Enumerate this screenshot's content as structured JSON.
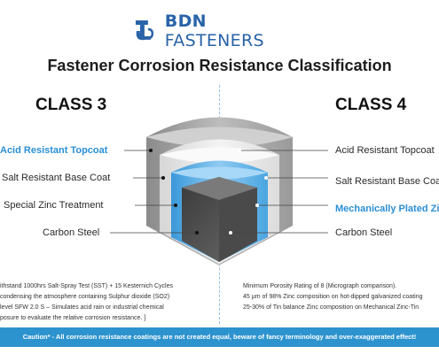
{
  "brand": {
    "name_bold": "BDN",
    "name_rest": " FASTENERS",
    "color": "#2a63a8"
  },
  "title": "Fastener Corrosion Resistance Classification",
  "classes": {
    "left": {
      "name": "CLASS 3",
      "layers": [
        "Acid Resistant Topcoat",
        "Salt Resistant Base Coat",
        "Special Zinc Treatment",
        "Carbon Steel"
      ],
      "notes": [
        "ithstand 1000hrs Salt-Spray Test (SST) + 15 Kesternich Cycles",
        "condensing the atmosphere containing Sulphur dioxide (SO2)",
        "level SFW 2.0 S – Simulates acid rain or industrial chemical",
        "posure to evaluate the relative corrosion resistance. ]"
      ]
    },
    "right": {
      "name": "CLASS 4",
      "layers": [
        "Acid Resistant Topcoat",
        "Salt Resistant Base Coat",
        "Mechanically Plated Zinc",
        "Carbon Steel"
      ],
      "notes": [
        "Minimum Porosity Rating of 8 (Micrograph comparison).",
        "45 μm of 98% Zinc composition on hot-dipped galvanized coating",
        "25-30% of Tin balance Zinc composition on Mechanical Zinc-Tin"
      ]
    }
  },
  "caution": "Caution* - All corrosion resistance coatings are not created equal, beware of fancy terminology and over-exaggerated effect!",
  "colors": {
    "highlight": "#2a8fd6",
    "banner": "#2d93cf",
    "divider": "#8fc1e8"
  }
}
